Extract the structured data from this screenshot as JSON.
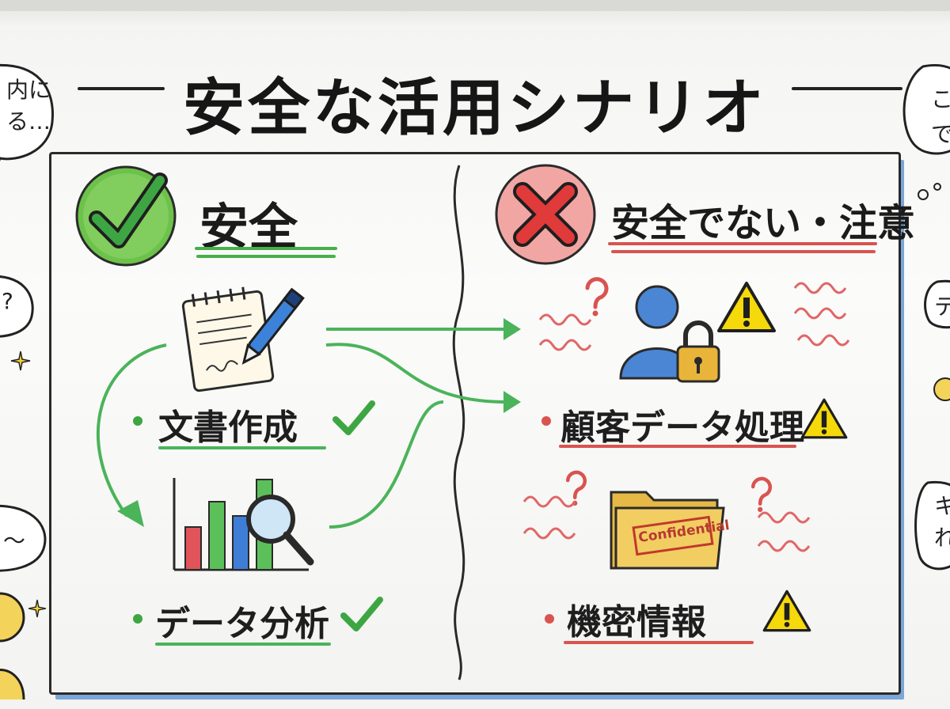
{
  "title": "安全な活用シナリオ",
  "safe": {
    "heading": "安全",
    "items": [
      {
        "label": "文書作成"
      },
      {
        "label": "データ分析"
      }
    ]
  },
  "unsafe": {
    "heading": "安全でない・注意",
    "items": [
      {
        "label": "顧客データ処理"
      },
      {
        "label": "機密情報"
      }
    ],
    "folder_stamp": "Confidential"
  },
  "edge_notes": {
    "left_bubble_1": "内に\nる…",
    "left_bubble_2": "?",
    "left_bubble_3": "〜",
    "right_bubble_1": "こ\nで",
    "right_bubble_2": "テ",
    "right_bubble_3": "キ\nれ"
  },
  "colors": {
    "safe_green": "#46b04a",
    "unsafe_red": "#d9534f",
    "warning_yellow": "#f5d90a",
    "frame_blue": "#7aa6d8"
  }
}
